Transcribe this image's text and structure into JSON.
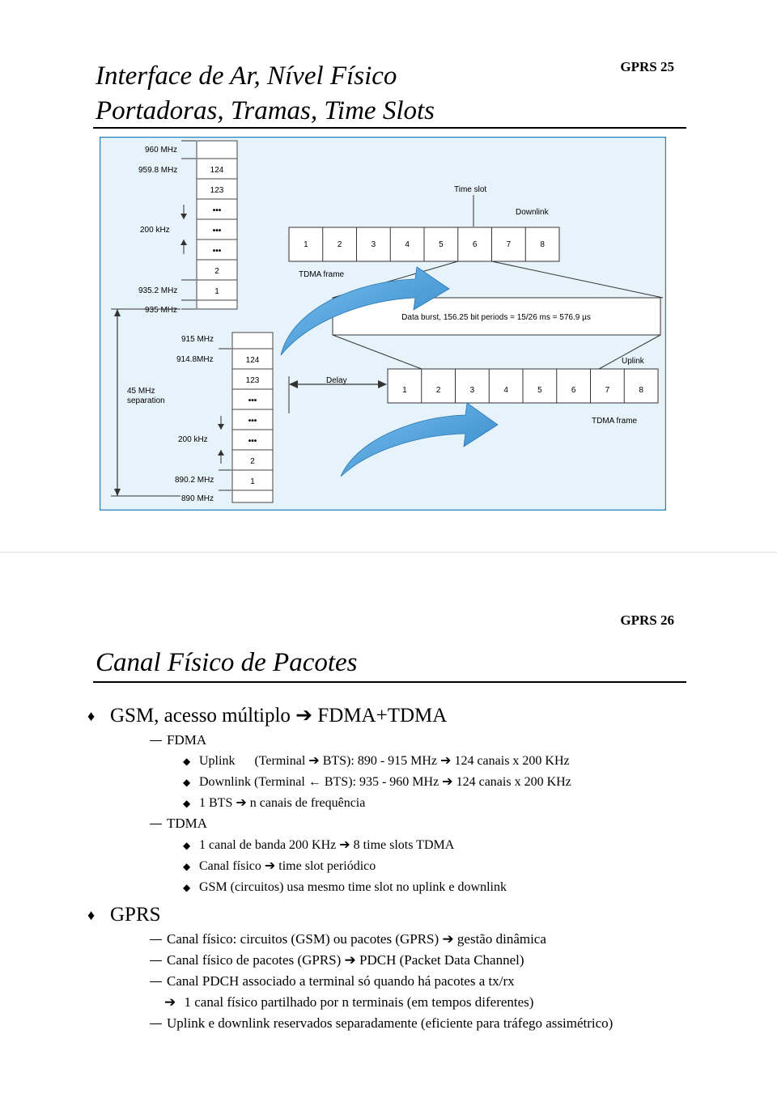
{
  "slide1": {
    "title_line1": "Interface de Ar, Nível Físico",
    "title_line2": "Portadoras, Tramas, Time Slots",
    "number": "GPRS 25",
    "diagram": {
      "downlink_band": {
        "top": "960 MHz",
        "ch124": "959.8 MHz",
        "spacing": "200 kHz",
        "ch1": "935.2 MHz",
        "bottom": "935 MHz",
        "cells": [
          "124",
          "123",
          "•••",
          "•••",
          "•••",
          "2",
          "1"
        ]
      },
      "uplink_band": {
        "top": "915 MHz",
        "ch124": "914.8MHz",
        "spacing": "200 kHz",
        "ch1": "890.2 MHz",
        "bottom": "890 MHz",
        "cells": [
          "124",
          "123",
          "•••",
          "•••",
          "•••",
          "2",
          "1"
        ]
      },
      "separation_line1": "45 MHz",
      "separation_line2": "separation",
      "time_slot_label": "Time slot",
      "downlink_label": "Downlink",
      "uplink_label": "Uplink",
      "tdma_frame_label": "TDMA frame",
      "delay_label": "Delay",
      "data_burst": "Data burst, 156.25 bit periods = 15/26 ms = 576.9 µs",
      "slots": [
        "1",
        "2",
        "3",
        "4",
        "5",
        "6",
        "7",
        "8"
      ]
    }
  },
  "slide2": {
    "number": "GPRS 26",
    "title": "Canal Físico de Pacotes",
    "bullet_glyph": "♦",
    "sub_bullet_glyph": "◆",
    "arrow_glyph": "➔",
    "items": [
      {
        "text": "GSM, acesso múltiplo ➔ FDMA+TDMA"
      },
      {
        "text": "FDMA"
      },
      {
        "text": "Uplink      (Terminal ➔ BTS): 890 - 915 MHz ➔ 124 canais x 200 KHz"
      },
      {
        "text": "Downlink (Terminal ← BTS): 935 - 960 MHz ➔ 124 canais x 200 KHz"
      },
      {
        "text": "1 BTS ➔ n canais de frequência"
      },
      {
        "text": "TDMA"
      },
      {
        "text": "1 canal de banda 200 KHz ➔ 8 time slots TDMA"
      },
      {
        "text": "Canal físico ➔ time slot periódico"
      },
      {
        "text": "GSM (circuitos) usa mesmo time slot no uplink e downlink"
      },
      {
        "text": "GPRS"
      },
      {
        "text": "Canal físico: circuitos (GSM) ou pacotes (GPRS) ➔ gestão dinâmica"
      },
      {
        "text": "Canal físico de pacotes (GPRS) ➔ PDCH (Packet Data Channel)"
      },
      {
        "text": "Canal PDCH associado a terminal só quando há pacotes a tx/rx"
      },
      {
        "text": "1 canal físico partilhado por n terminais (em tempos diferentes)"
      },
      {
        "text": "Uplink e downlink reservados separadamente (eficiente para tráfego assimétrico)"
      }
    ]
  },
  "colors": {
    "diagram_background": "#e7f3fa",
    "diagram_border": "#2e83bd",
    "arrow_blue": "#3d95d5",
    "frame_border": "#333333"
  }
}
